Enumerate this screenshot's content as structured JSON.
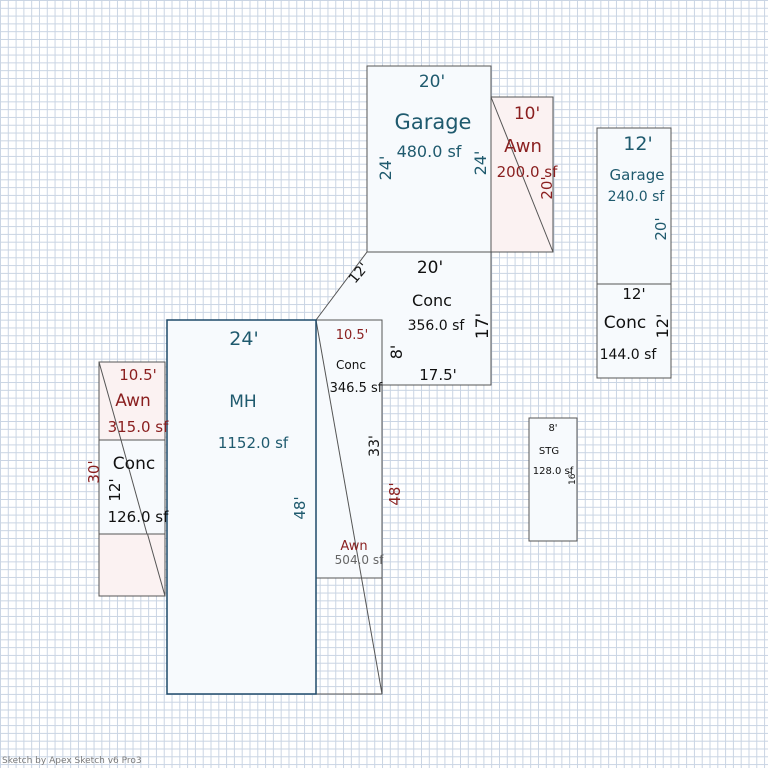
{
  "colors": {
    "teal": "#1f5a6e",
    "dark": "#111111",
    "red": "#8a1f1f",
    "awning_fill": "#fbf2f2",
    "area_fill": "#f7fafd"
  },
  "garage_main": {
    "top": "20'",
    "left": "24'",
    "right": "24'",
    "name": "Garage",
    "area": "480.0 sf"
  },
  "awn_top": {
    "top": "10'",
    "name": "Awn",
    "area": "200.0 sf",
    "right": "20'"
  },
  "garage_side": {
    "top": "12'",
    "name": "Garage",
    "area": "240.0 sf",
    "right": "20'"
  },
  "conc_side": {
    "top": "12'",
    "name": "Conc",
    "right": "12'",
    "area": "144.0 sf"
  },
  "conc_center": {
    "diag": "12'",
    "top": "20'",
    "name": "Conc",
    "area": "356.0 sf",
    "right": "17'",
    "left": "8'",
    "bottom": "17.5'"
  },
  "mh": {
    "top": "24'",
    "name": "MH",
    "area": "1152.0 sf",
    "right": "48'"
  },
  "conc_right": {
    "top": "10.5'",
    "name": "Conc",
    "area": "346.5 sf",
    "right": "33'"
  },
  "awn_right": {
    "name": "Awn",
    "area": "504.0 sf",
    "side": "48'"
  },
  "awn_left": {
    "top": "10.5'",
    "name": "Awn",
    "area": "315.0 sf",
    "side": "30'"
  },
  "conc_left": {
    "name": "Conc",
    "left": "12'",
    "area": "126.0 sf"
  },
  "stg": {
    "top": "8'",
    "name": "STG",
    "area": "128.0 sf",
    "right": "16'"
  },
  "footer": "Sketch by Apex Sketch v6 Pro3"
}
